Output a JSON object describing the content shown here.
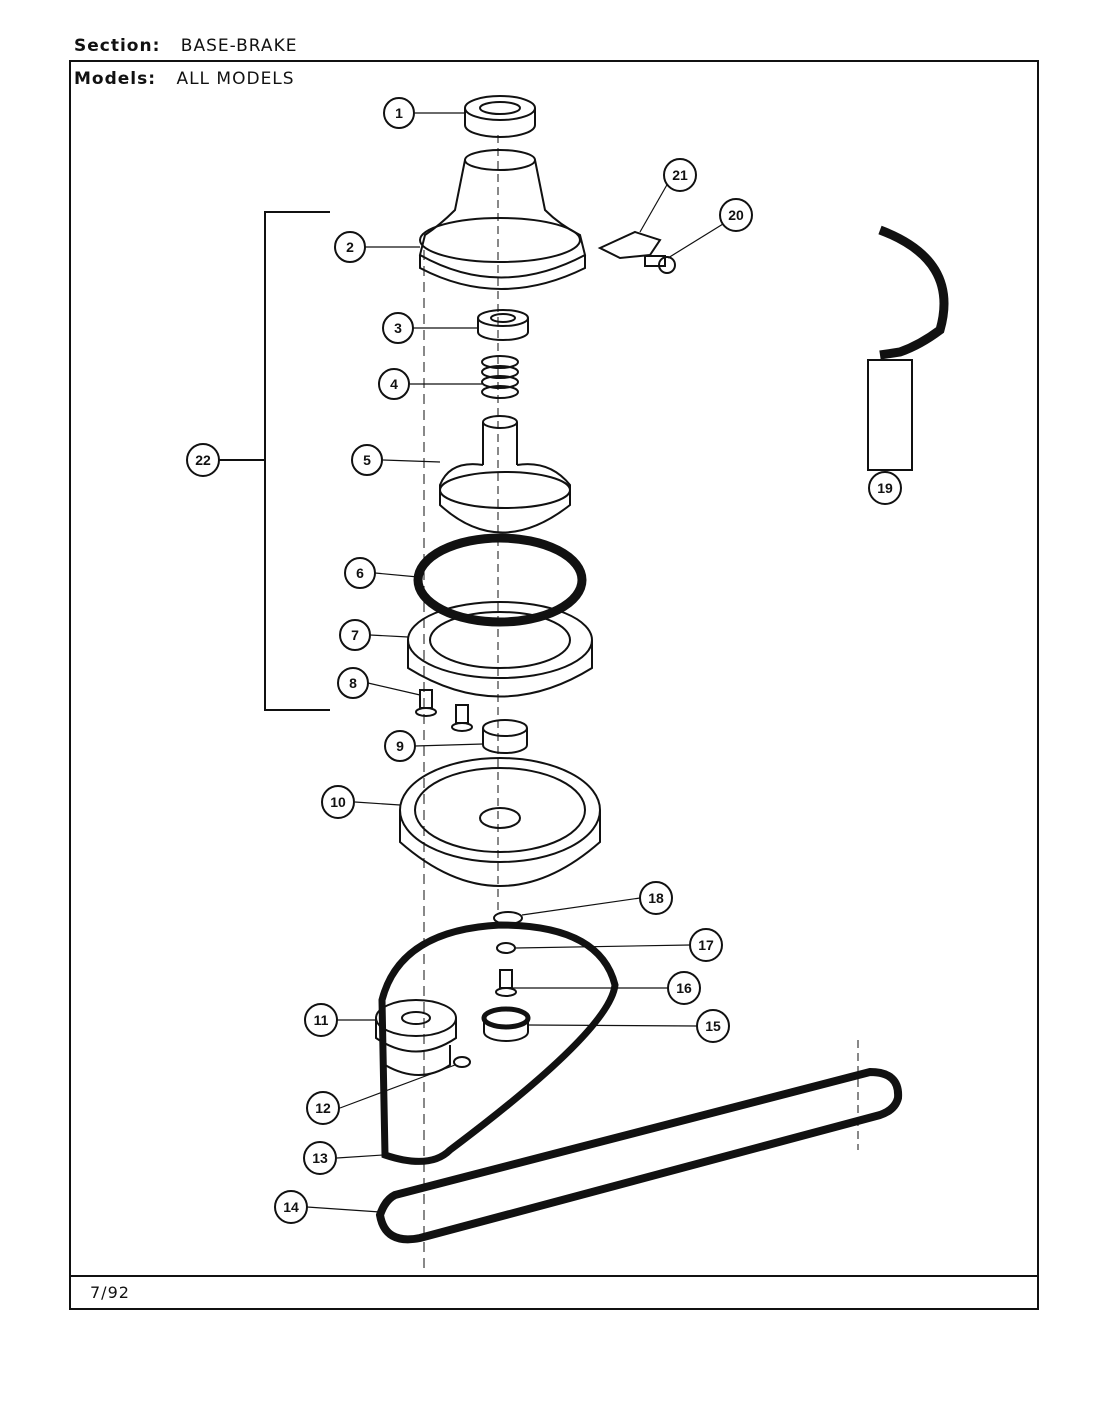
{
  "header": {
    "section_label": "Section:",
    "section_value": "BASE-BRAKE",
    "models_label": "Models:",
    "models_value": "ALL MODELS"
  },
  "footer": {
    "date": "7/92"
  },
  "callouts": [
    "1",
    "2",
    "3",
    "4",
    "5",
    "6",
    "7",
    "8",
    "9",
    "10",
    "11",
    "12",
    "13",
    "14",
    "15",
    "16",
    "17",
    "18",
    "19",
    "20",
    "21",
    "22"
  ]
}
